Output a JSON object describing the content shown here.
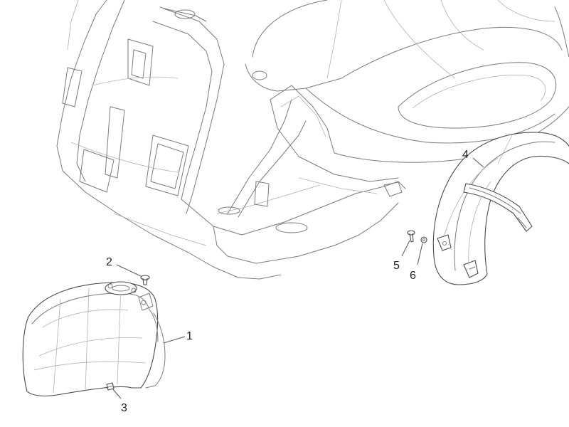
{
  "callouts": [
    {
      "id": "1",
      "label": "1"
    },
    {
      "id": "2",
      "label": "2"
    },
    {
      "id": "3",
      "label": "3"
    },
    {
      "id": "4",
      "label": "4"
    },
    {
      "id": "5",
      "label": "5"
    },
    {
      "id": "6",
      "label": "6"
    }
  ],
  "colors": {
    "line": "#7a7a7a",
    "fine_line": "#b0b0b0",
    "text": "#222222"
  }
}
